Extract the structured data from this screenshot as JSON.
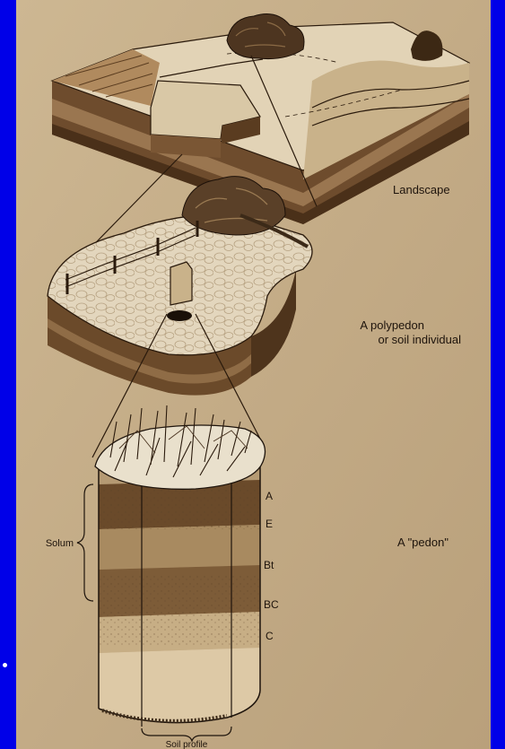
{
  "slide": {
    "background_color": "#0000e8",
    "bullet_color": "#ffffff"
  },
  "figure": {
    "paper_color": "#c7b08c",
    "labels": {
      "landscape": "Landscape",
      "polypedon_line1": "A polypedon",
      "polypedon_line2": "or soil individual",
      "pedon": "A \"pedon\"",
      "solum": "Solum",
      "soil_profile": "Soil profile"
    },
    "horizons": [
      "A",
      "E",
      "Bt",
      "BC",
      "C"
    ]
  }
}
